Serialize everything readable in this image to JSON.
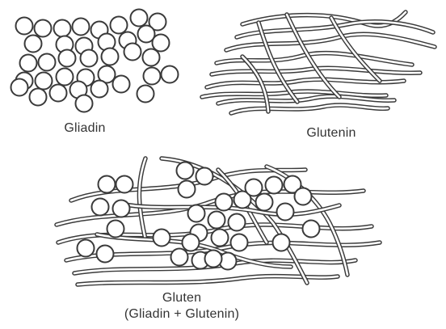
{
  "labels": {
    "gliadin": "Gliadin",
    "glutenin": "Glutenin",
    "gluten": "Gluten",
    "gluten_components": "(Gliadin + Glutenin)"
  },
  "colors": {
    "line": "#3a3a3a",
    "fill": "#ffffff",
    "text": "#333333"
  }
}
